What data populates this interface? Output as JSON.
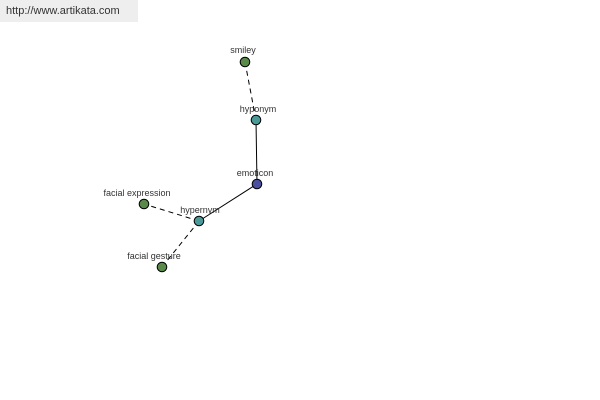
{
  "banner": {
    "url_text": "http://www.artikata.com"
  },
  "graph": {
    "nodes": [
      {
        "id": "smiley",
        "label": "smiley",
        "kind": "leaf",
        "color": "#5a8a4a"
      },
      {
        "id": "hyponym",
        "label": "hyponym",
        "kind": "relation",
        "color": "#4a9a9a"
      },
      {
        "id": "emoticon",
        "label": "emoticon",
        "kind": "root",
        "color": "#4a4ea0"
      },
      {
        "id": "hypernym",
        "label": "hypernym",
        "kind": "relation",
        "color": "#4a9a9a"
      },
      {
        "id": "facial-expression",
        "label": "facial expression",
        "kind": "leaf",
        "color": "#5a8a4a"
      },
      {
        "id": "facial-gesture",
        "label": "facial gesture",
        "kind": "leaf",
        "color": "#5a8a4a"
      }
    ],
    "edges": [
      {
        "from": "smiley",
        "to": "hyponym",
        "style": "dashed"
      },
      {
        "from": "hyponym",
        "to": "emoticon",
        "style": "solid"
      },
      {
        "from": "emoticon",
        "to": "hypernym",
        "style": "solid"
      },
      {
        "from": "hypernym",
        "to": "facial-expression",
        "style": "dashed"
      },
      {
        "from": "hypernym",
        "to": "facial-gesture",
        "style": "dashed"
      }
    ]
  }
}
